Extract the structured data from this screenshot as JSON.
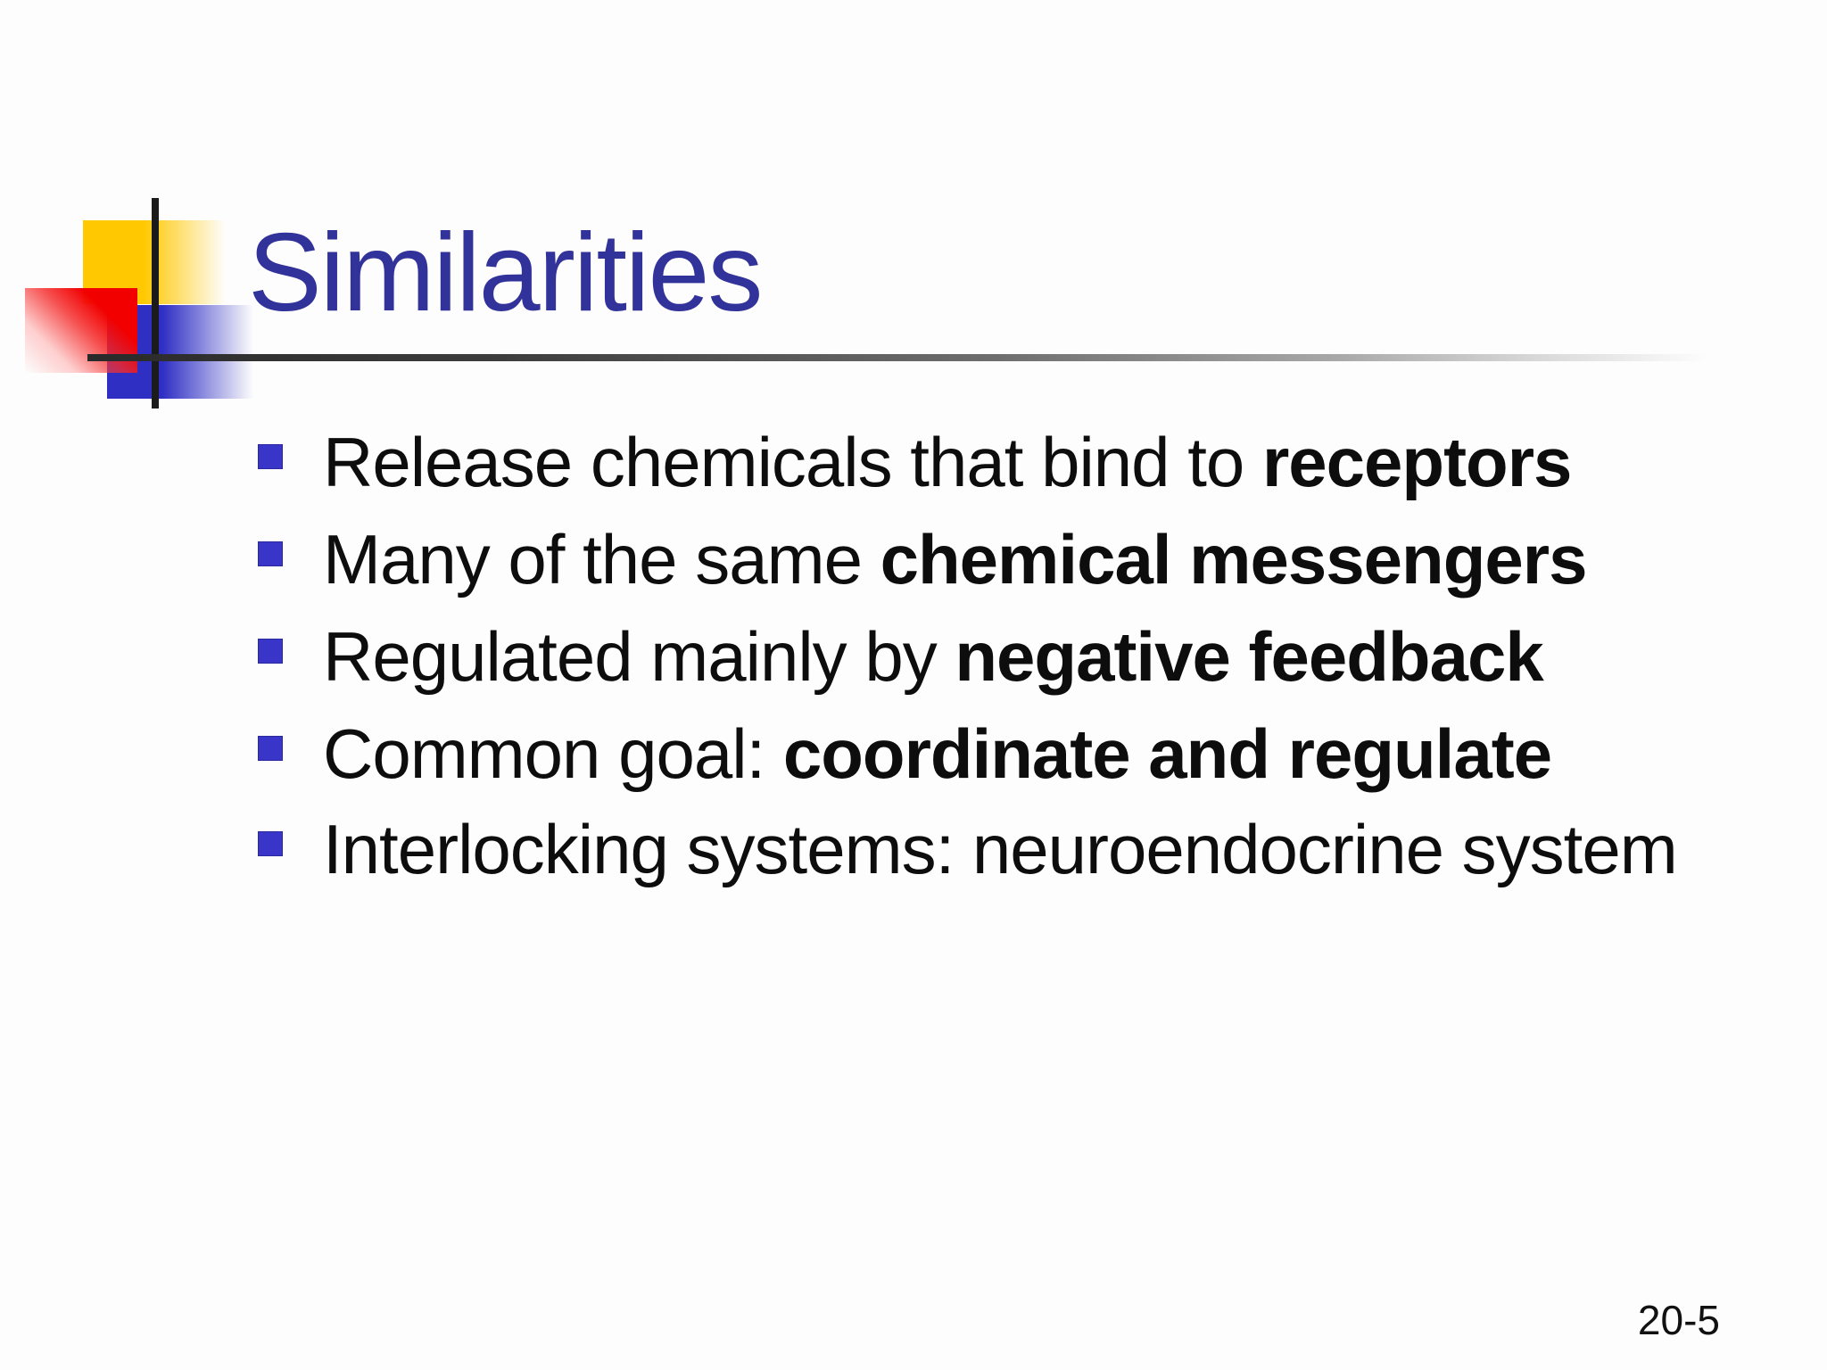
{
  "slide": {
    "title": "Similarities",
    "bullets": [
      {
        "text": "Release chemicals that bind to ",
        "bold": "receptors"
      },
      {
        "text": "Many of the same ",
        "bold": "chemical messengers"
      },
      {
        "text": "Regulated mainly by ",
        "bold": "negative feedback"
      },
      {
        "text": "Common goal: ",
        "bold": "coordinate and regulate"
      },
      {
        "text": "Interlocking systems: neuroendocrine system",
        "bold": ""
      }
    ],
    "page_number": "20-5",
    "colors": {
      "title_text": "#32329B",
      "body_text": "#0D0D0D",
      "bullet_marker": "#3A35C9",
      "decor_yellow": "#FFC800",
      "decor_red": "#F20000",
      "decor_blue": "#2F2FC4",
      "rule_dark": "#2A2A2A",
      "crossline_black": "#1B1B1B"
    }
  }
}
